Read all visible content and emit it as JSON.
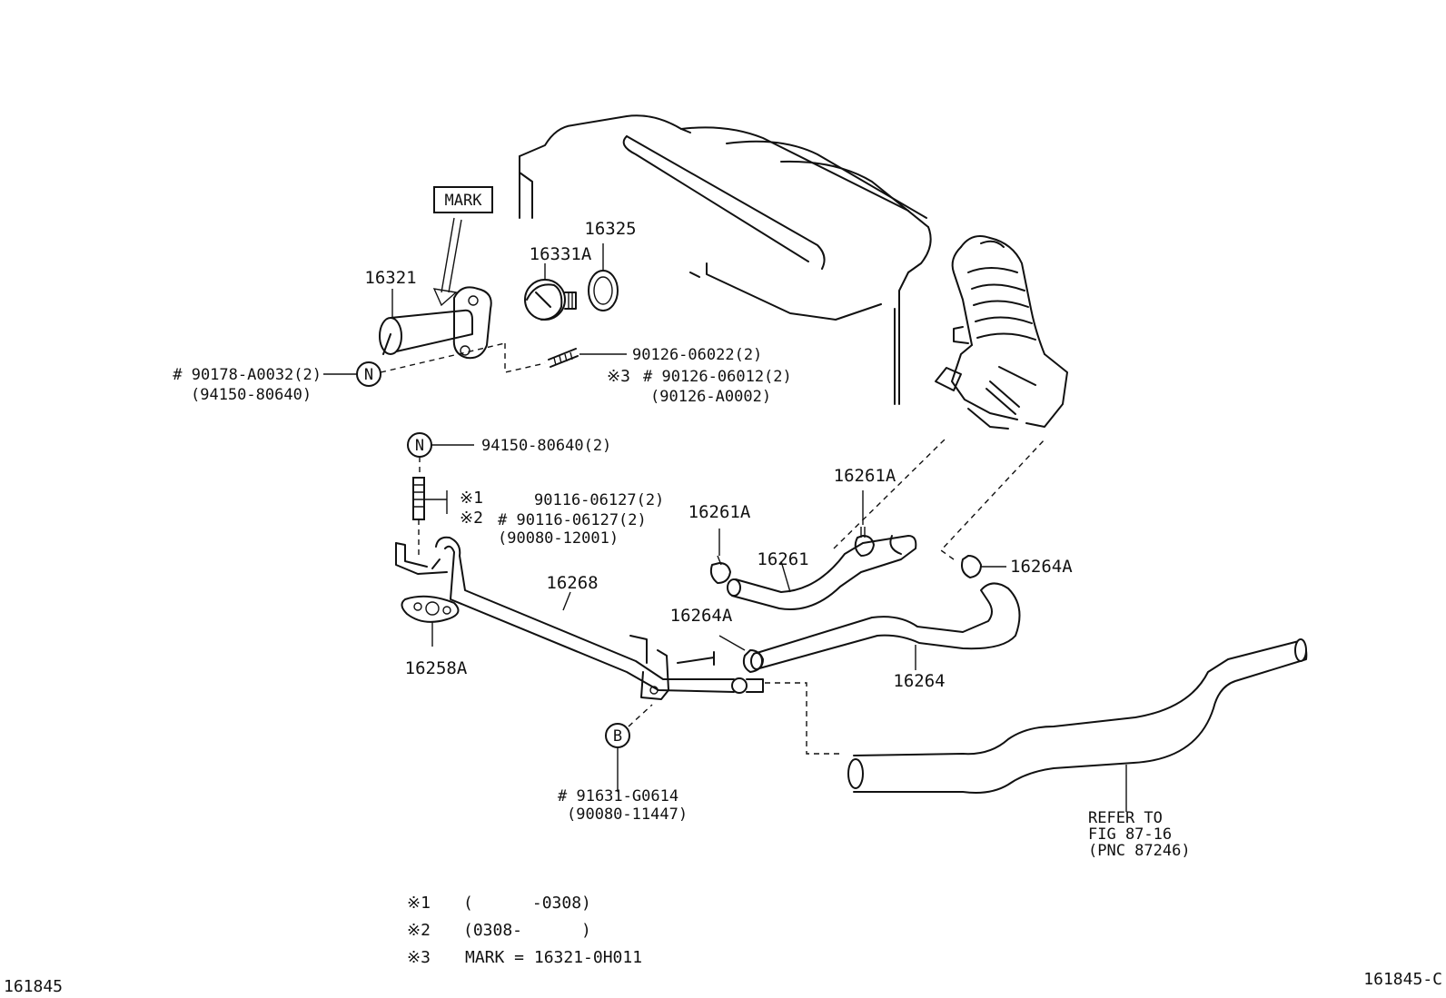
{
  "mark_box": "MARK",
  "parts": {
    "p16321": "16321",
    "p16331A": "16331A",
    "p16325": "16325",
    "p16261A_right": "16261A",
    "p16261A_left": "16261A",
    "p16261": "16261",
    "p16264A_right": "16264A",
    "p16264A_left": "16264A",
    "p16268": "16268",
    "p16258A": "16258A",
    "p16264": "16264"
  },
  "callouts": {
    "n_upper_line1": "# 90178-A0032(2)",
    "n_upper_line2": "(94150-80640)",
    "stud_upper_line1": "90126-06022(2)",
    "stud_upper_mark": "※3",
    "stud_upper_line2": "# 90126-06012(2)",
    "stud_upper_line3": "(90126-A0002)",
    "n_lower": "94150-80640(2)",
    "stud_lower_mark1": "※1",
    "stud_lower_line1": "90116-06127(2)",
    "stud_lower_mark2": "※2",
    "stud_lower_line2": "# 90116-06127(2)",
    "stud_lower_line3": "(90080-12001)",
    "bolt_line1": "# 91631-G0614",
    "bolt_line2": "(90080-11447)",
    "refer_line1": "REFER TO",
    "refer_line2": "FIG 87-16",
    "refer_line3": "(PNC 87246)"
  },
  "circle_letters": {
    "n_upper": "N",
    "n_lower": "N",
    "b": "B"
  },
  "notes": [
    {
      "mark": "※1",
      "text": "(      -0308)"
    },
    {
      "mark": "※2",
      "text": "(0308-      )"
    },
    {
      "mark": "※3",
      "text": "MARK = 16321-0H011"
    }
  ],
  "footer": {
    "left_code": "161845",
    "right_code": "161845-C"
  }
}
